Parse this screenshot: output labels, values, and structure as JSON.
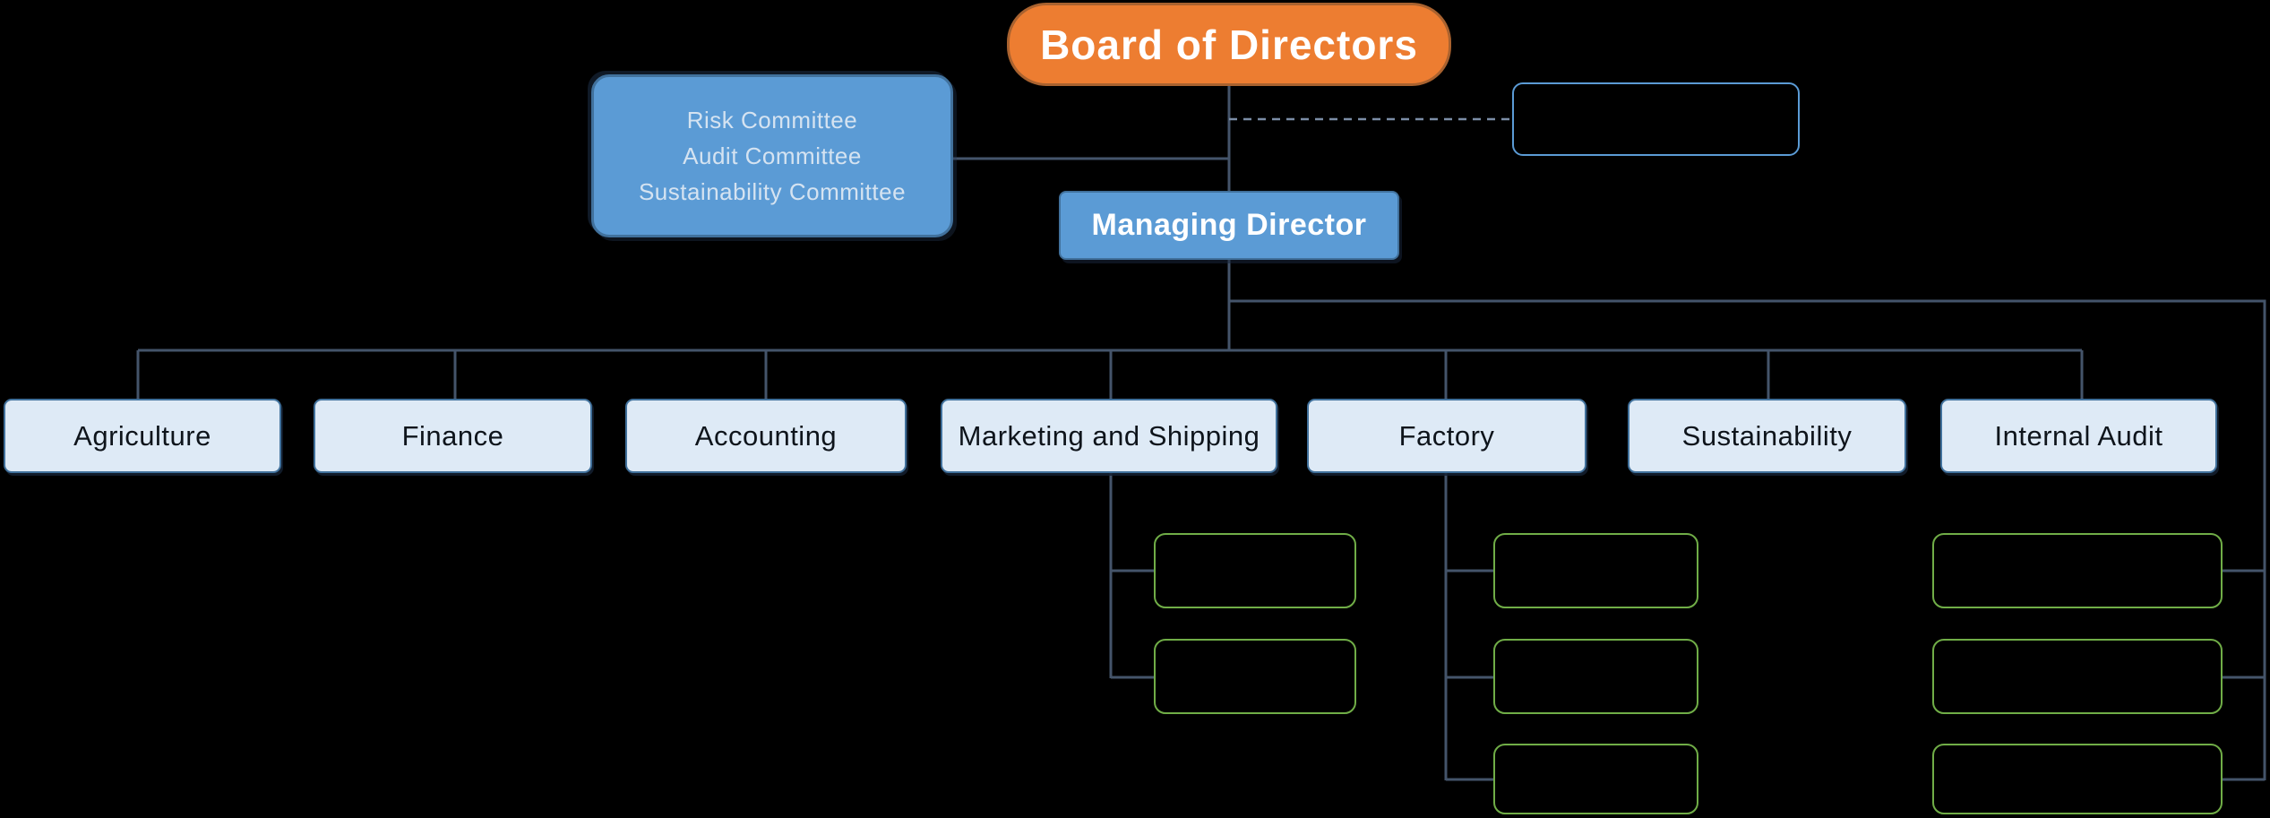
{
  "colors": {
    "background": "#000000",
    "connector": "#44546A",
    "dashed_connector": "#7B8DA6",
    "board_fill": "#ED7D31",
    "board_border": "#A9622F",
    "board_text": "#FFFFFF",
    "blue_fill": "#5B9BD5",
    "blue_border": "#41719C",
    "blue_text": "#FFFFFF",
    "committee_text": "#D5E3F1",
    "advisor_border": "#5B9BD5",
    "dept_fill": "#DEEAF6",
    "dept_border": "#41719C",
    "dept_text": "#0E141B",
    "sub_border": "#70AD47"
  },
  "org_chart": {
    "root": {
      "label": "Board of Directors"
    },
    "committees_box": {
      "lines": [
        "Risk Committee",
        "Audit Committee",
        "Sustainability Committee"
      ]
    },
    "advisor_box": {
      "label": ""
    },
    "managing_director": {
      "label": "Managing Director"
    },
    "departments": [
      {
        "label": "Agriculture"
      },
      {
        "label": "Finance"
      },
      {
        "label": "Accounting"
      },
      {
        "label": "Marketing and Shipping"
      },
      {
        "label": "Factory"
      },
      {
        "label": "Sustainability"
      },
      {
        "label": "Internal Audit"
      }
    ],
    "sub_units": {
      "marketing_and_shipping": [
        {
          "label": ""
        },
        {
          "label": ""
        }
      ],
      "factory": [
        {
          "label": ""
        },
        {
          "label": ""
        },
        {
          "label": ""
        }
      ],
      "internal_audit": [
        {
          "label": ""
        },
        {
          "label": ""
        },
        {
          "label": ""
        }
      ]
    }
  }
}
